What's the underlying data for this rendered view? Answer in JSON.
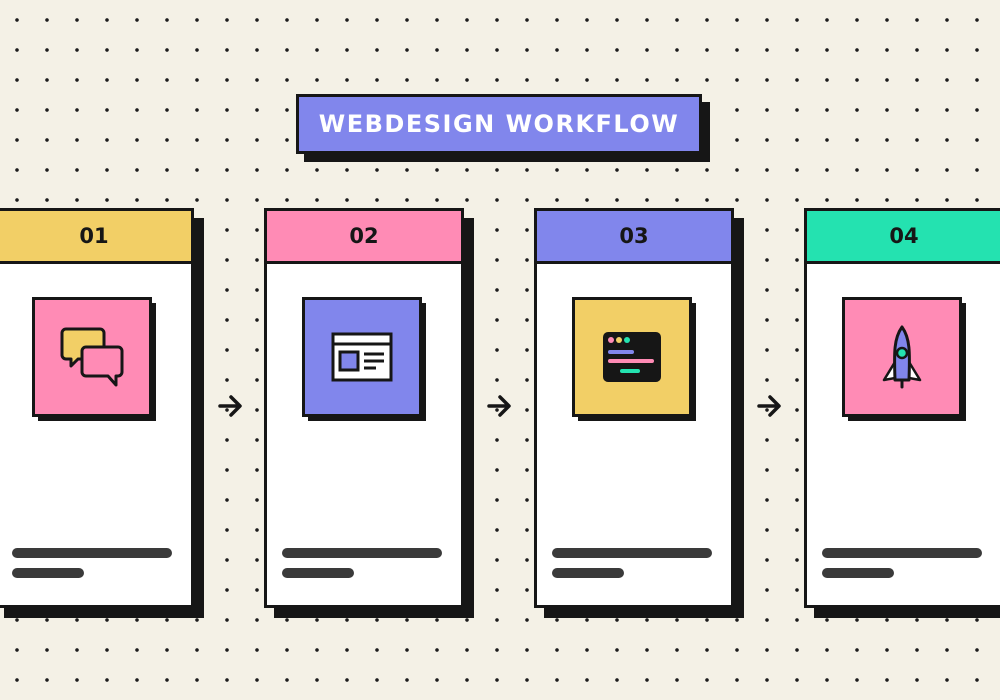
{
  "title": "WEBDESIGN WORKFLOW",
  "steps": [
    {
      "number": "01",
      "icon": "chat-bubbles-icon",
      "header_color": "#f2cf66",
      "icon_bg": "#ff8bb5"
    },
    {
      "number": "02",
      "icon": "browser-window-icon",
      "header_color": "#ff8bb5",
      "icon_bg": "#8186ec"
    },
    {
      "number": "03",
      "icon": "code-terminal-icon",
      "header_color": "#8186ec",
      "icon_bg": "#f2cf66"
    },
    {
      "number": "04",
      "icon": "rocket-icon",
      "header_color": "#24e2b0",
      "icon_bg": "#ff8bb5"
    }
  ],
  "colors": {
    "background": "#f4f1e6",
    "ink": "#161616",
    "yellow": "#f2cf66",
    "pink": "#ff8bb5",
    "purple": "#8186ec",
    "green": "#24e2b0"
  }
}
